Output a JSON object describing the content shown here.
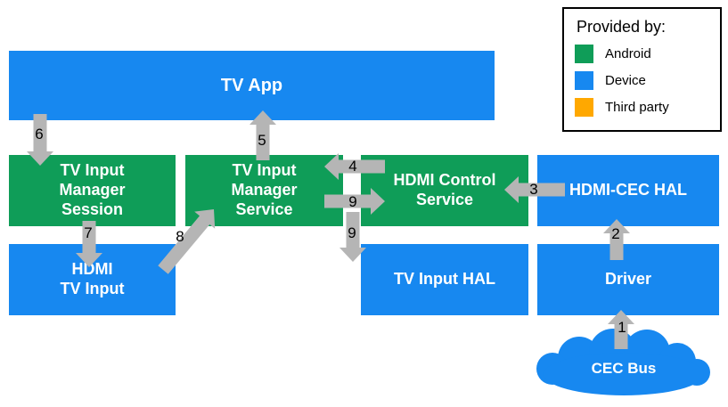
{
  "diagram": {
    "boxes": {
      "tv_app": "TV App",
      "tv_input_manager_session": "TV Input\nManager\nSession",
      "tv_input_manager_service": "TV Input\nManager\nService",
      "hdmi_control_service": "HDMI Control\nService",
      "hdmi_cec_hal": "HDMI-CEC HAL",
      "hdmi_tv_input": "HDMI\nTV Input",
      "tv_input_hal": "TV Input HAL",
      "driver": "Driver",
      "cec_bus": "CEC Bus"
    },
    "arrow_labels": {
      "step1": "1",
      "step2": "2",
      "step3": "3",
      "step4": "4",
      "step5": "5",
      "step6": "6",
      "step7": "7",
      "step8": "8",
      "step9_right": "9",
      "step9_down": "9"
    }
  },
  "legend": {
    "title": "Provided by:",
    "items": [
      {
        "label": "Android",
        "color": "#0f9d58"
      },
      {
        "label": "Device",
        "color": "#1788f0"
      },
      {
        "label": "Third party",
        "color": "#ffa800"
      }
    ]
  },
  "palette": {
    "android_green": "#0f9d58",
    "device_blue": "#1788f0",
    "third_party_orange": "#ffa800",
    "arrow_gray": "#b5b5b5",
    "box_text": "#ffffff",
    "legend_text": "#000000"
  }
}
